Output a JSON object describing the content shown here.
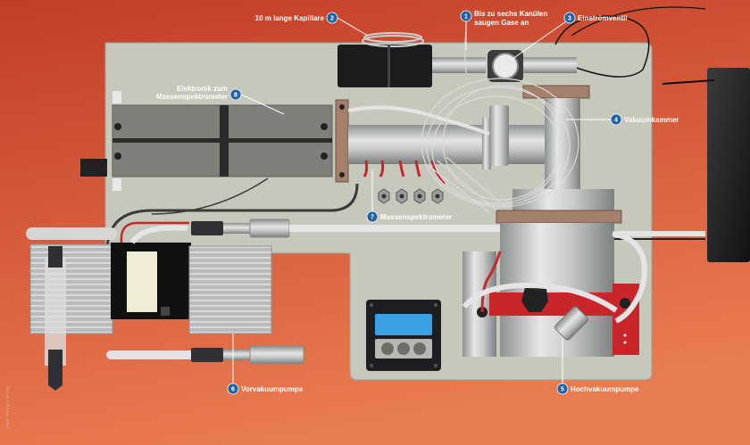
{
  "colors": {
    "background_start": "#c9432a",
    "background_end": "#e8774e",
    "plate": "#c7c8bc",
    "badge": "#1f63a8",
    "accent_red": "#c8262b",
    "display_blue": "#3aa0e6"
  },
  "labels": [
    {
      "num": "1",
      "lines": [
        "Bis zu sechs Kanülen",
        "saugen Gase an"
      ]
    },
    {
      "num": "2",
      "lines": [
        "10 m lange Kapillare"
      ]
    },
    {
      "num": "3",
      "lines": [
        "Einströmventil"
      ]
    },
    {
      "num": "4",
      "lines": [
        "Vakuumkammer"
      ]
    },
    {
      "num": "5",
      "lines": [
        "Hochvakuumpumpe"
      ]
    },
    {
      "num": "6",
      "lines": [
        "Vorvakuumpumpe"
      ]
    },
    {
      "num": "7",
      "lines": [
        "Massenspektrometer"
      ]
    },
    {
      "num": "8",
      "lines": [
        "Elektronik zum",
        "Massenspektrometer"
      ]
    }
  ],
  "credit": "Peter Palm/c't; Emag"
}
